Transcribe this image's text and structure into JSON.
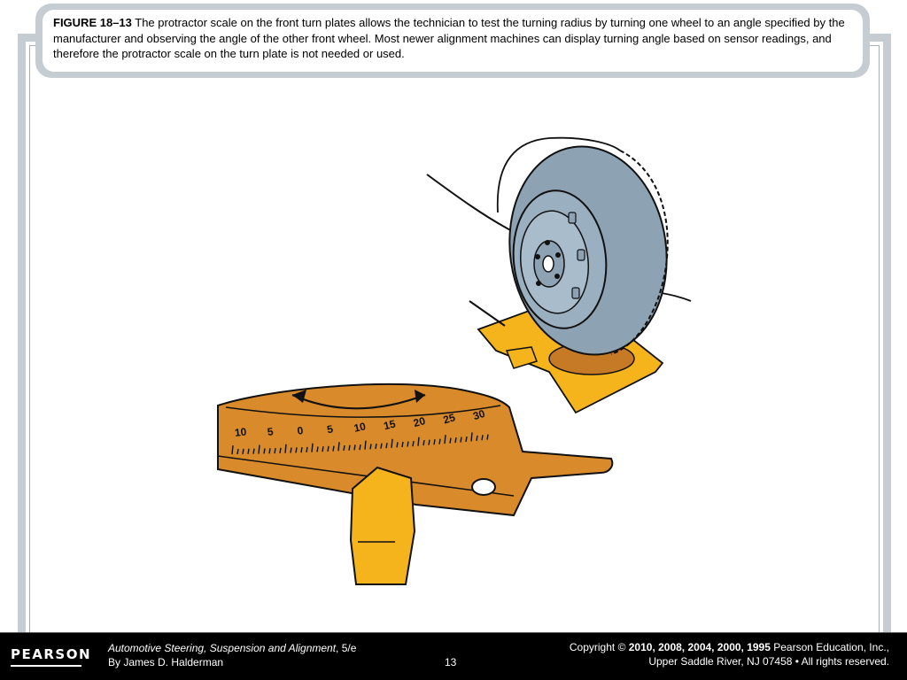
{
  "caption": {
    "figure_label": "FIGURE 18–13",
    "text": " The protractor scale on the front turn plates allows the technician to test the turning radius by turning one wheel to an angle specified by the manufacturer and observing the angle of the other front wheel. Most newer alignment machines can display turning angle based on sensor readings, and therefore the protractor scale on the turn plate is not needed or used."
  },
  "protractor": {
    "scale_labels": [
      "10",
      "5",
      "0",
      "5",
      "10",
      "15",
      "20",
      "25",
      "30"
    ]
  },
  "colors": {
    "plate_orange": "#d98a2b",
    "pointer_yellow": "#f5b31c",
    "tire_blue": "#8da2b2",
    "frame_gray": "#c5cdd2"
  },
  "footer": {
    "logo": "PEARSON",
    "book_title": "Automotive Steering, Suspension and Alignment",
    "edition": ", 5/e",
    "author": "By James D. Halderman",
    "page_number": "13",
    "copyright_prefix": "Copyright © ",
    "copyright_years": "2010, 2008, 2004, 2000, 1995",
    "copyright_suffix": " Pearson Education, Inc.,",
    "address": "Upper Saddle River, NJ 07458 • All rights reserved."
  }
}
